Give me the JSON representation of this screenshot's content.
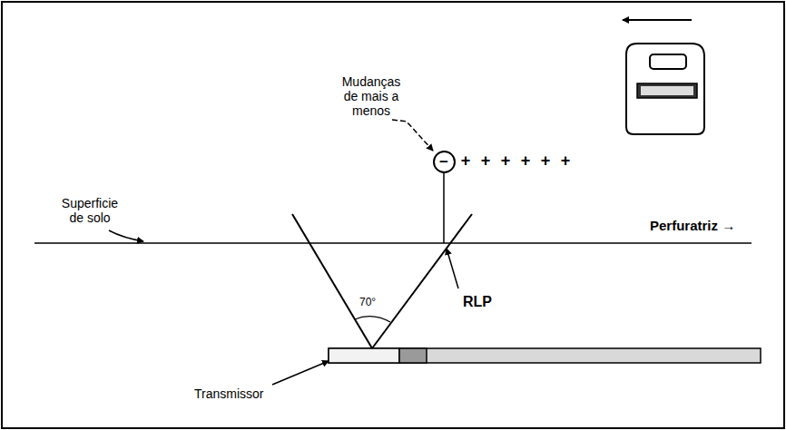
{
  "diagram": {
    "nodes": [
      {
        "text": [
          "−"
        ]
      }
    ],
    "labels": [
      "Mudanças de mais a menos",
      "Superficie de solo",
      "Perfuratriz →",
      "+",
      "+",
      "+",
      "+",
      "+",
      "+",
      "70°",
      "RLP",
      "Transmissor"
    ]
  }
}
